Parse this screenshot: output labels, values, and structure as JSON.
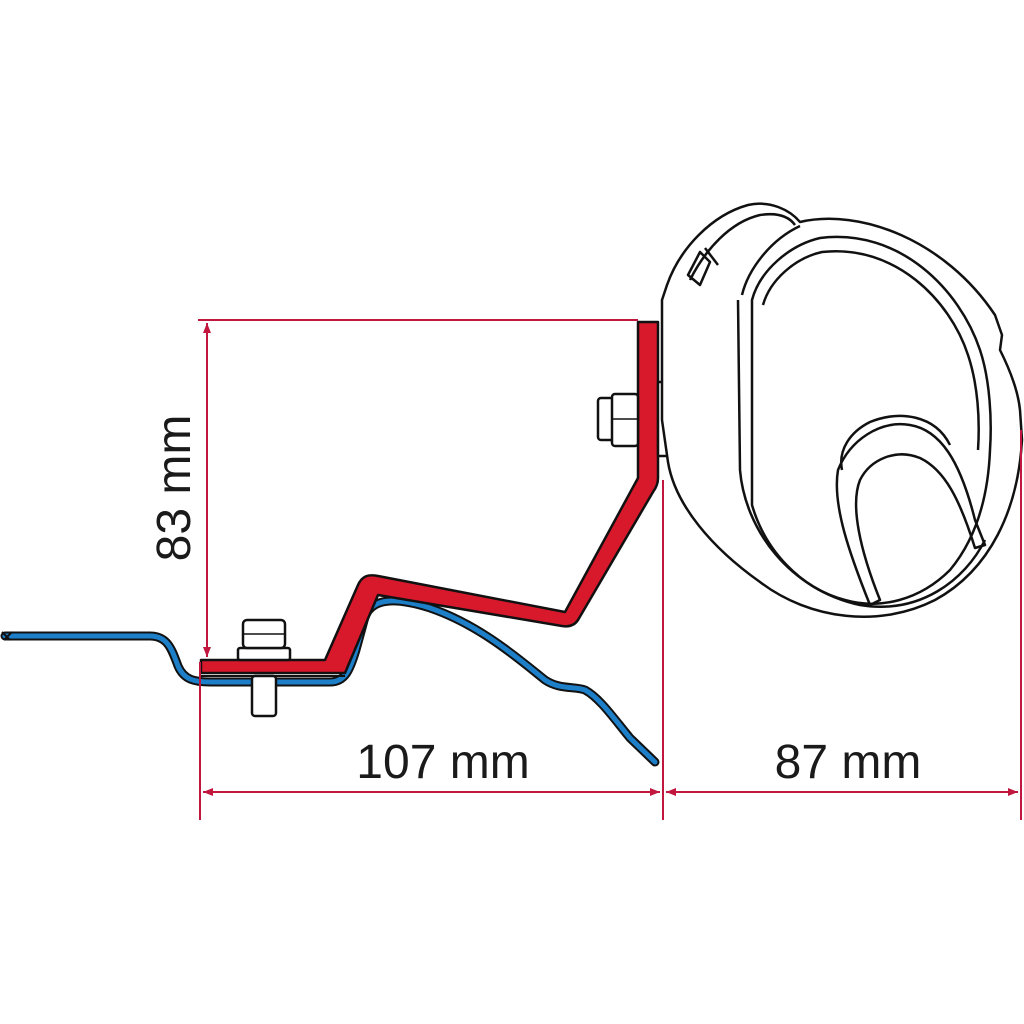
{
  "dimensions": {
    "height_label": "83 mm",
    "width_bracket_label": "107 mm",
    "width_housing_label": "87 mm"
  },
  "colors": {
    "dimension_line": "#c1173f",
    "bracket_fill": "#d8192c",
    "vehicle_panel": "#1e7fc9",
    "outline": "#111111",
    "background": "#ffffff"
  },
  "parts": {
    "bracket": "adapter bracket",
    "vehicle_roof": "vehicle roof profile",
    "awning_housing": "awning cassette",
    "bolts": [
      "lower bolt",
      "upper bolt"
    ]
  }
}
